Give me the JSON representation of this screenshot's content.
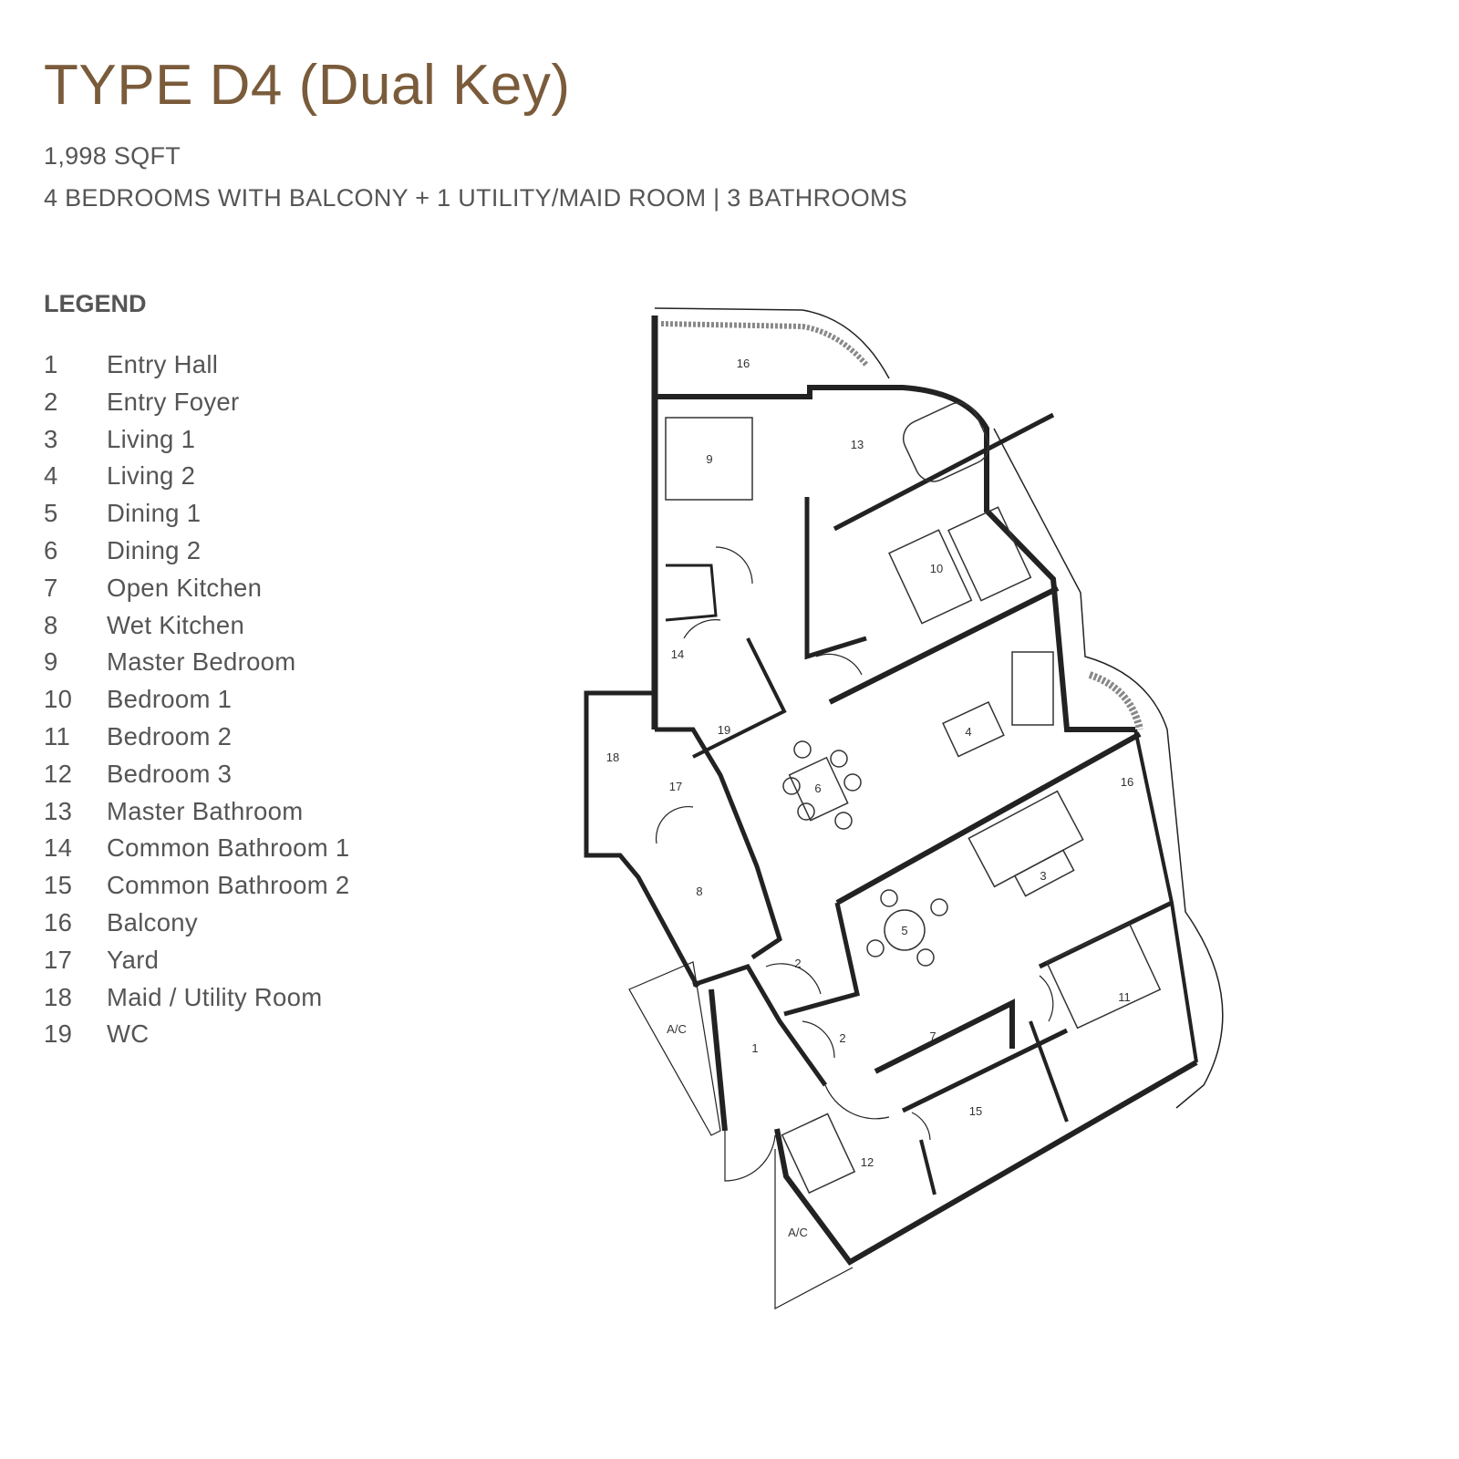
{
  "header": {
    "title": "TYPE D4 (Dual Key)",
    "area": "1,998 SQFT",
    "summary": "4 BEDROOMS WITH BALCONY + 1 UTILITY/MAID ROOM | 3 BATHROOMS"
  },
  "legend": {
    "heading": "LEGEND",
    "items": [
      {
        "num": "1",
        "label": "Entry Hall"
      },
      {
        "num": "2",
        "label": "Entry Foyer"
      },
      {
        "num": "3",
        "label": "Living 1"
      },
      {
        "num": "4",
        "label": "Living 2"
      },
      {
        "num": "5",
        "label": "Dining 1"
      },
      {
        "num": "6",
        "label": "Dining 2"
      },
      {
        "num": "7",
        "label": "Open Kitchen"
      },
      {
        "num": "8",
        "label": "Wet Kitchen"
      },
      {
        "num": "9",
        "label": "Master Bedroom"
      },
      {
        "num": "10",
        "label": "Bedroom 1"
      },
      {
        "num": "11",
        "label": "Bedroom 2"
      },
      {
        "num": "12",
        "label": "Bedroom 3"
      },
      {
        "num": "13",
        "label": "Master Bathroom"
      },
      {
        "num": "14",
        "label": "Common Bathroom 1"
      },
      {
        "num": "15",
        "label": "Common Bathroom 2"
      },
      {
        "num": "16",
        "label": "Balcony"
      },
      {
        "num": "17",
        "label": "Yard"
      },
      {
        "num": "18",
        "label": "Maid / Utility Room"
      },
      {
        "num": "19",
        "label": "WC"
      }
    ]
  },
  "plan": {
    "labels": [
      "16",
      "9",
      "13",
      "10",
      "14",
      "18",
      "19",
      "17",
      "6",
      "4",
      "16",
      "3",
      "8",
      "5",
      "2",
      "2",
      "7",
      "11",
      "1",
      "A/C",
      "15",
      "12",
      "A/C"
    ]
  },
  "colors": {
    "title": "#7a5b3a",
    "text": "#555555",
    "wall": "#1a1a1a"
  }
}
